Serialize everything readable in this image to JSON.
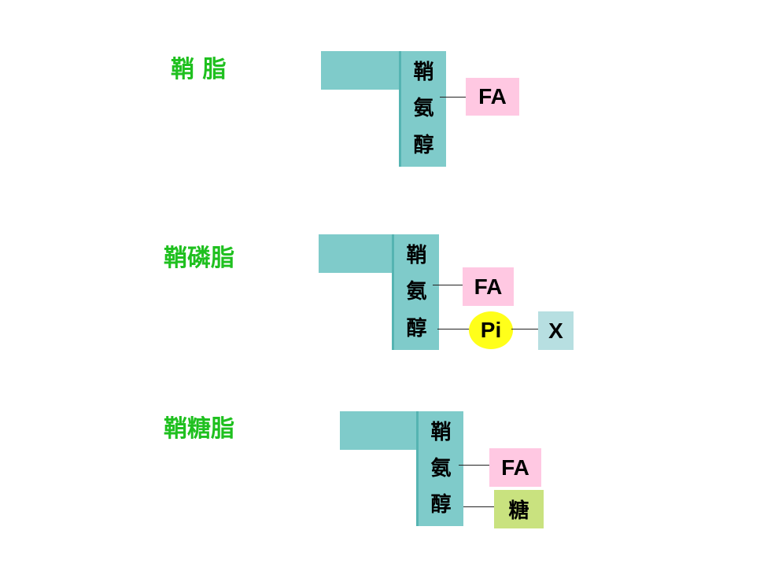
{
  "rows": [
    {
      "title": "鞘 脂",
      "backbone": [
        "鞘",
        "氨",
        "醇"
      ],
      "fa_label": "FA"
    },
    {
      "title": "鞘磷脂",
      "backbone": [
        "鞘",
        "氨",
        "醇"
      ],
      "fa_label": "FA",
      "pi_label": "Pi",
      "x_label": "X"
    },
    {
      "title": "鞘糖脂",
      "backbone": [
        "鞘",
        "氨",
        "醇"
      ],
      "fa_label": "FA",
      "sugar_label": "糖"
    }
  ],
  "colors": {
    "title": "#1fc01f",
    "backbone": "#7fcbca",
    "fa": "#ffc8e2",
    "pi": "#ffff1a",
    "x": "#b7dfe1",
    "sugar": "#c9e27f"
  }
}
